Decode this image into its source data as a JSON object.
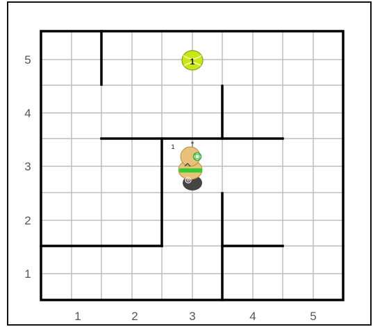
{
  "grid": {
    "x_labels": [
      "1",
      "2",
      "3",
      "4",
      "5"
    ],
    "y_labels": [
      "5",
      "4",
      "3",
      "2",
      "1"
    ]
  },
  "ball": {
    "label": "1",
    "color": "#c8e619"
  },
  "robot": {
    "badge": "1",
    "body_color": "#e8c27a",
    "band_color": "#33cc33"
  },
  "colors": {
    "grid": "#bdbdbd",
    "wall": "#000000"
  }
}
